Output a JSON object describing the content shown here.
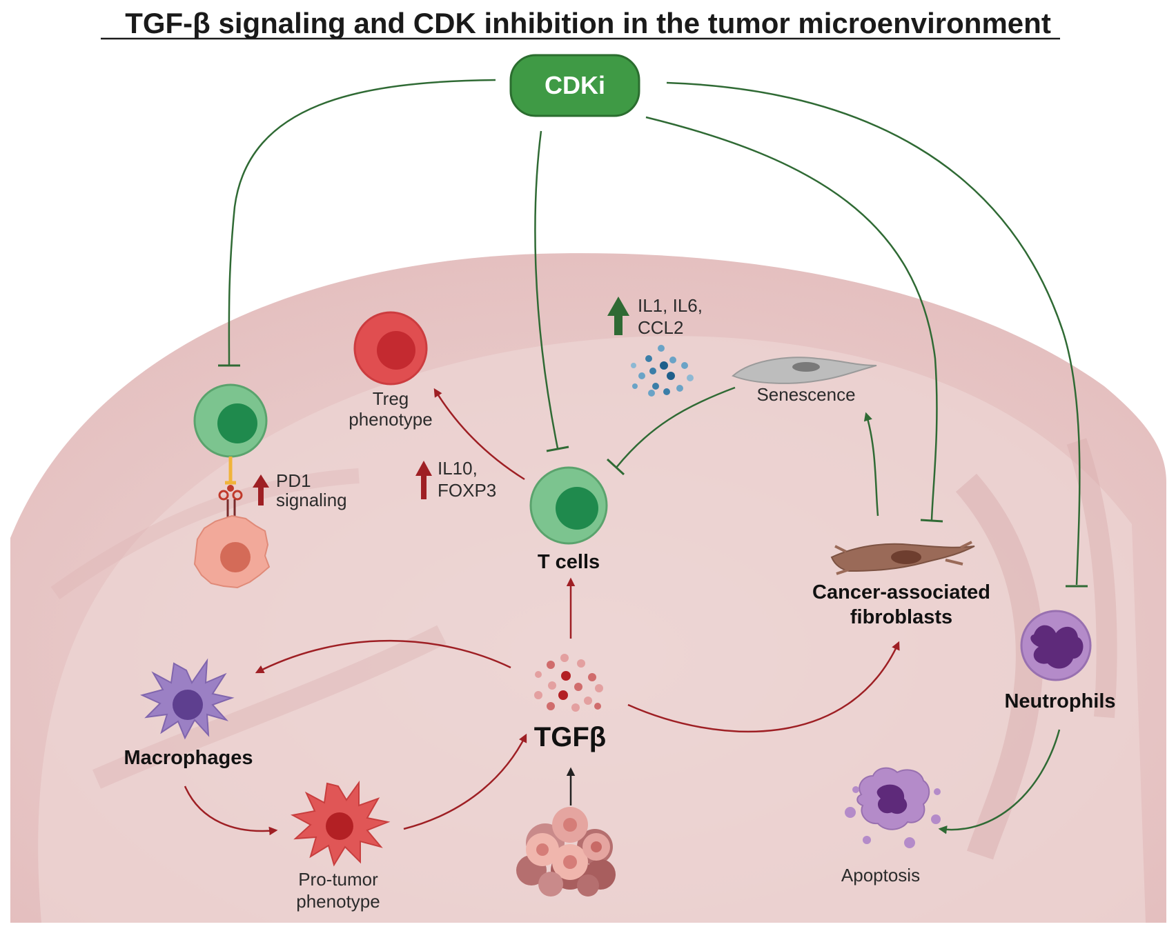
{
  "title": "TGF-β signaling and CDK inhibition in the tumor microenvironment",
  "nodes": {
    "cdki": "CDKi",
    "t_cells": "T cells",
    "tgfb": "TGFβ",
    "macrophages": "Macrophages",
    "pro_tumor": [
      "Pro-tumor",
      "phenotype"
    ],
    "caf": [
      "Cancer-associated",
      "fibroblasts"
    ],
    "neutrophils": "Neutrophils",
    "apoptosis": "Apoptosis",
    "senescence": "Senescence",
    "treg": [
      "Treg",
      "phenotype"
    ]
  },
  "annotations": {
    "pd1": [
      "PD1",
      "signaling"
    ],
    "il10": [
      "IL10,",
      "FOXP3"
    ],
    "il1": [
      "IL1, IL6,",
      "CCL2"
    ]
  },
  "colors": {
    "background_tissue": "#e9c8c8",
    "tissue_inner": "#ecd3d2",
    "inhibition_green": "#2f6a34",
    "cdki_box": "#3f9a45",
    "activation_red": "#9e1f24",
    "t_cell_green": "#7cc48f",
    "treg_red": "#e04e50",
    "macrophage_purple": "#9b80c4",
    "pro_tumor_red": "#e05656",
    "neutrophil_purple": "#b48bc9",
    "fibroblast_brown": "#9a6a58",
    "senescence_gray": "#b9b9b9",
    "cytokine_blue": "#3b7ea8"
  },
  "icons": [
    "t-cell-icon",
    "treg-cell-icon",
    "tumor-cell-icon",
    "pd1-receptor-icon",
    "macrophage-icon",
    "pro-tumor-macrophage-icon",
    "tumor-cluster-icon",
    "fibroblast-icon",
    "senescent-cell-icon",
    "neutrophil-icon",
    "apoptotic-cell-icon",
    "cytokine-dots-icon",
    "up-arrow-icon"
  ]
}
